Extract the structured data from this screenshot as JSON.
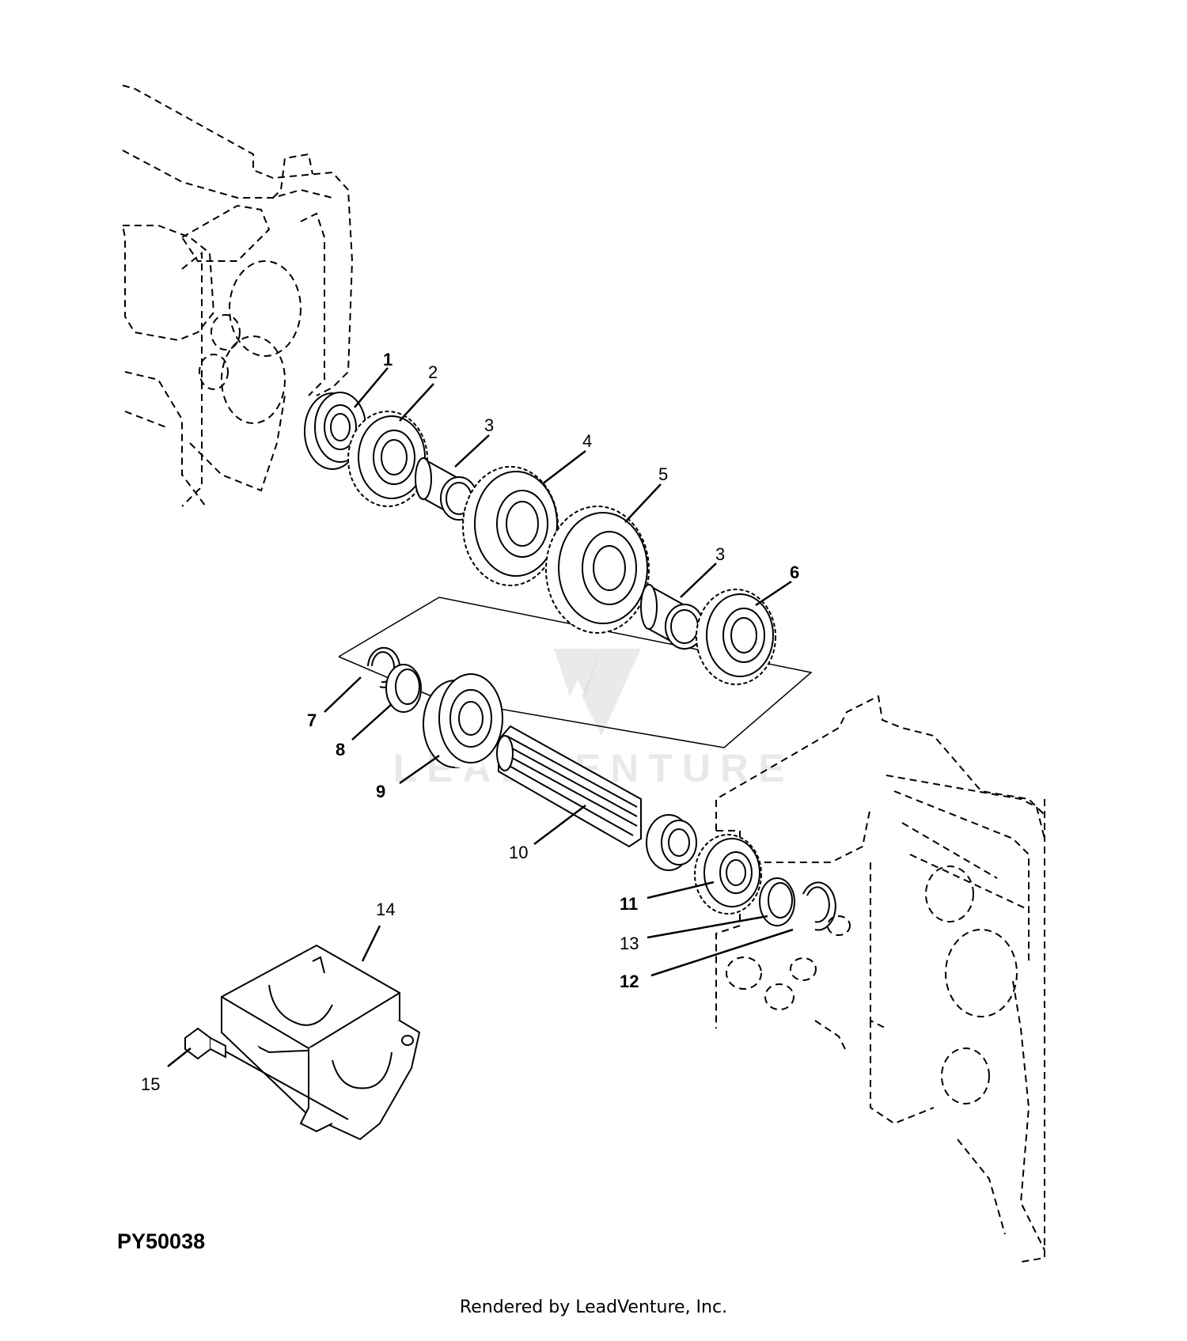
{
  "figure_id": "PY50038",
  "footer": "Rendered by LeadVenture, Inc.",
  "watermark": "LEADVENTURE",
  "callouts": [
    {
      "label": "1",
      "bold": true
    },
    {
      "label": "2",
      "bold": false
    },
    {
      "label": "3",
      "bold": false
    },
    {
      "label": "4",
      "bold": false
    },
    {
      "label": "5",
      "bold": false
    },
    {
      "label": "3",
      "bold": false
    },
    {
      "label": "6",
      "bold": true
    },
    {
      "label": "7",
      "bold": true
    },
    {
      "label": "8",
      "bold": true
    },
    {
      "label": "9",
      "bold": true
    },
    {
      "label": "10",
      "bold": false
    },
    {
      "label": "11",
      "bold": true
    },
    {
      "label": "13",
      "bold": false
    },
    {
      "label": "12",
      "bold": true
    },
    {
      "label": "14",
      "bold": false
    },
    {
      "label": "15",
      "bold": false
    }
  ]
}
